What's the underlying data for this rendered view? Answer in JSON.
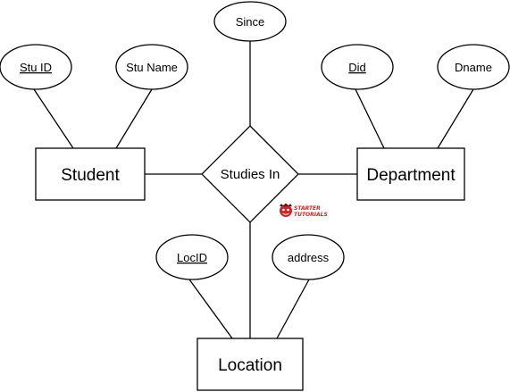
{
  "entities": {
    "student": "Student",
    "department": "Department",
    "location": "Location"
  },
  "relationship": "Studies In",
  "attributes": {
    "since": "Since",
    "stu_id": "Stu ID",
    "stu_name": "Stu Name",
    "did": "Did",
    "dname": "Dname",
    "loc_id": "LocID",
    "address": "address"
  },
  "watermark": {
    "line1": "STARTER",
    "line2": "TUTORIALS",
    "color": "#c62828"
  }
}
